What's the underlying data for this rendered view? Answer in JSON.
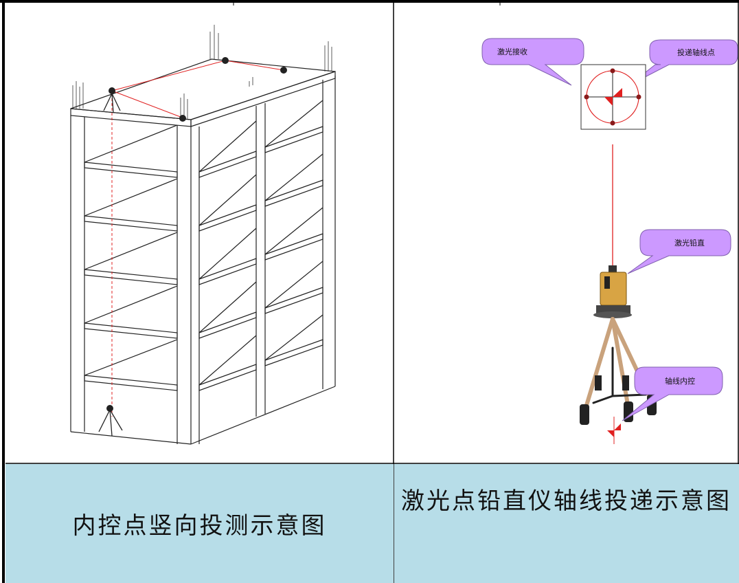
{
  "left_caption": "内控点竖向投测示意图",
  "right_caption": "激光点铅直仪轴线投递示意图",
  "callouts": {
    "laser_receive": "激光接收",
    "transfer_axis_point": "投递轴线点",
    "laser_plumb": "激光铅直",
    "axis_internal_control": "轴线内控"
  },
  "colors": {
    "caption_bg": "#b7dde8",
    "callout_fill": "#cc99ff",
    "laser_red": "#e02020"
  }
}
